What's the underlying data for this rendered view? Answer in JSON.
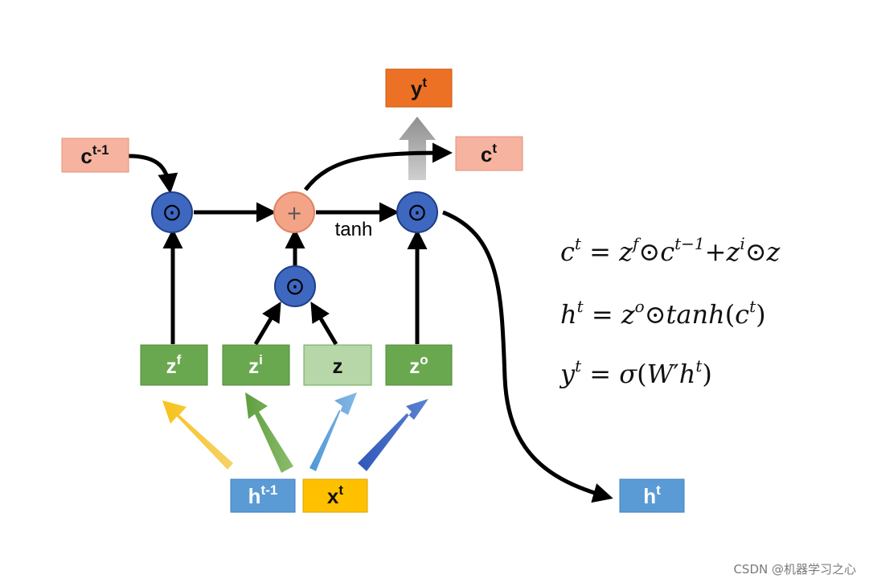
{
  "colors": {
    "arrow": "#000000",
    "gate_fill": "#3e67c0",
    "gate_stroke": "#1f3f86",
    "plus_fill": "#f3a487",
    "cell_box": "#f5b3a0",
    "output_box": "#ec7124",
    "z_box": "#6aa84f",
    "z_light_box": "#b7d7a8",
    "h_box": "#5b9bd5",
    "x_box": "#ffc000",
    "arrow_yellow": "#f5be1a",
    "arrow_green": "#6aaa48",
    "arrow_lightblue": "#5aa0dc",
    "arrow_darkblue": "#3a64c4",
    "arrow_gray": "#a6a6a6"
  },
  "boxes": {
    "c_prev": {
      "base": "c",
      "sup": "t-1"
    },
    "c_t": {
      "base": "c",
      "sup": "t"
    },
    "y_t": {
      "base": "y",
      "sup": "t"
    },
    "zf": {
      "base": "z",
      "sup": "f"
    },
    "zi": {
      "base": "z",
      "sup": "i"
    },
    "z": {
      "base": "z",
      "sup": ""
    },
    "zo": {
      "base": "z",
      "sup": "o"
    },
    "h_prev": {
      "base": "h",
      "sup": "t-1"
    },
    "x_t": {
      "base": "x",
      "sup": "t"
    },
    "h_t": {
      "base": "h",
      "sup": "t"
    }
  },
  "gates": {
    "multiply_symbol": "⊙",
    "plus_symbol": "+"
  },
  "tanh_label": "tanh",
  "equations": {
    "eq1": {
      "c": "c",
      "t": "t",
      "eq": " = ",
      "z1": "z",
      "f": "f",
      "odot1": "⊙",
      "c2": "c",
      "tm1": "t−1",
      "plus": "+",
      "z2": "z",
      "i": "i",
      "odot2": "⊙",
      "z3": "z"
    },
    "eq2": {
      "h": "h",
      "t": "t",
      "eq": " = ",
      "z": "z",
      "o": "o",
      "odot": "⊙",
      "tanh": "tanh",
      "open": "(",
      "c": "c",
      "t2": "t",
      "close": ")"
    },
    "eq3": {
      "y": "y",
      "t": "t",
      "eq": " = ",
      "sigma": "σ",
      "open": "(",
      "W": "W",
      "prime": "′",
      "h": "h",
      "t2": "t",
      "close": ")"
    }
  },
  "watermark": "CSDN @机器学习之心"
}
